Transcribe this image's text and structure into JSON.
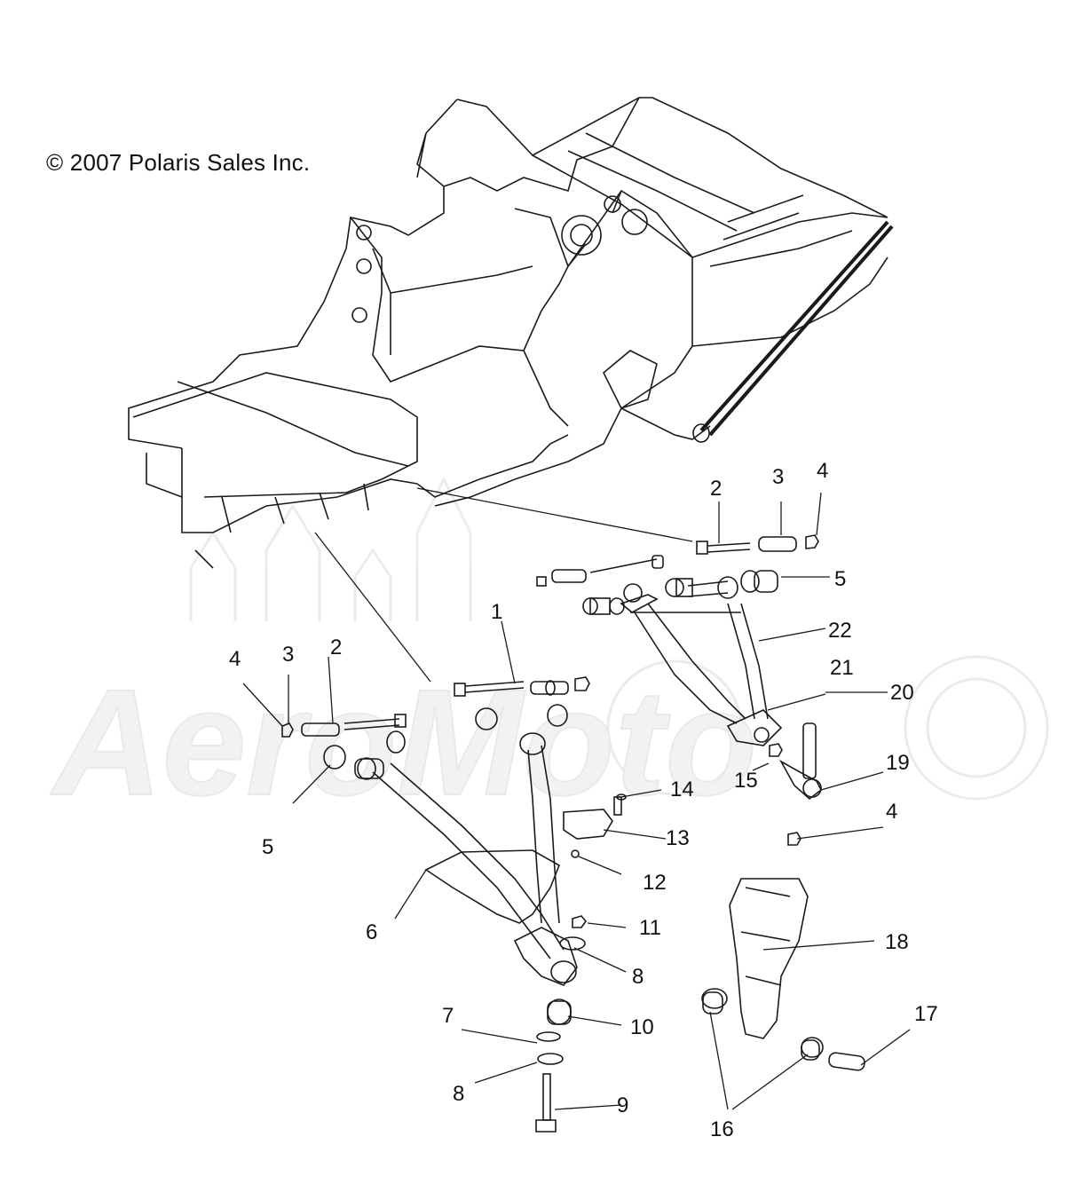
{
  "copyright": "© 2007 Polaris Sales Inc.",
  "watermark": {
    "text": "AeroMoto",
    "color": "#e6e6e6"
  },
  "line_color": "#1a1a1a",
  "callouts": [
    {
      "id": "c1",
      "label": "1"
    },
    {
      "id": "c2a",
      "label": "2"
    },
    {
      "id": "c2b",
      "label": "2"
    },
    {
      "id": "c3a",
      "label": "3"
    },
    {
      "id": "c3b",
      "label": "3"
    },
    {
      "id": "c4a",
      "label": "4"
    },
    {
      "id": "c4b",
      "label": "4"
    },
    {
      "id": "c4c",
      "label": "4"
    },
    {
      "id": "c5a",
      "label": "5"
    },
    {
      "id": "c5b",
      "label": "5"
    },
    {
      "id": "c6",
      "label": "6"
    },
    {
      "id": "c7",
      "label": "7"
    },
    {
      "id": "c8a",
      "label": "8"
    },
    {
      "id": "c8b",
      "label": "8"
    },
    {
      "id": "c9",
      "label": "9"
    },
    {
      "id": "c10",
      "label": "10"
    },
    {
      "id": "c11",
      "label": "11"
    },
    {
      "id": "c12",
      "label": "12"
    },
    {
      "id": "c13",
      "label": "13"
    },
    {
      "id": "c14",
      "label": "14"
    },
    {
      "id": "c15",
      "label": "15"
    },
    {
      "id": "c16",
      "label": "16"
    },
    {
      "id": "c17",
      "label": "17"
    },
    {
      "id": "c18",
      "label": "18"
    },
    {
      "id": "c19",
      "label": "19"
    },
    {
      "id": "c20",
      "label": "20"
    },
    {
      "id": "c21",
      "label": "21"
    },
    {
      "id": "c22",
      "label": "22"
    }
  ]
}
